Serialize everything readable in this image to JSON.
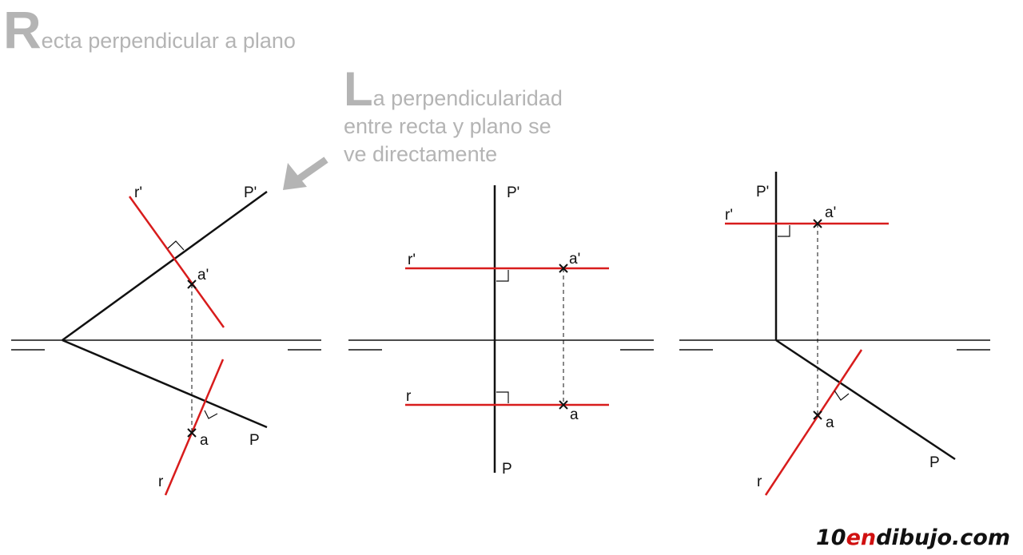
{
  "title": {
    "initial": "R",
    "rest": "ecta perpendicular a plano"
  },
  "note": {
    "initial": "L",
    "line1_rest": "a perpendicularidad",
    "line2": "entre recta y plano se",
    "line3": "ve directamente"
  },
  "labels": {
    "r_prime": "r'",
    "r": "r",
    "P_prime": "P'",
    "P": "P",
    "a_prime": "a'",
    "a": "a"
  },
  "brand": {
    "num": "10",
    "en": "en",
    "rest": "dibujo.com"
  },
  "colors": {
    "red_line": "#d81c1c",
    "black_line": "#111111",
    "gray_text": "#b4b4b4",
    "arrow": "#b4b4b4"
  }
}
